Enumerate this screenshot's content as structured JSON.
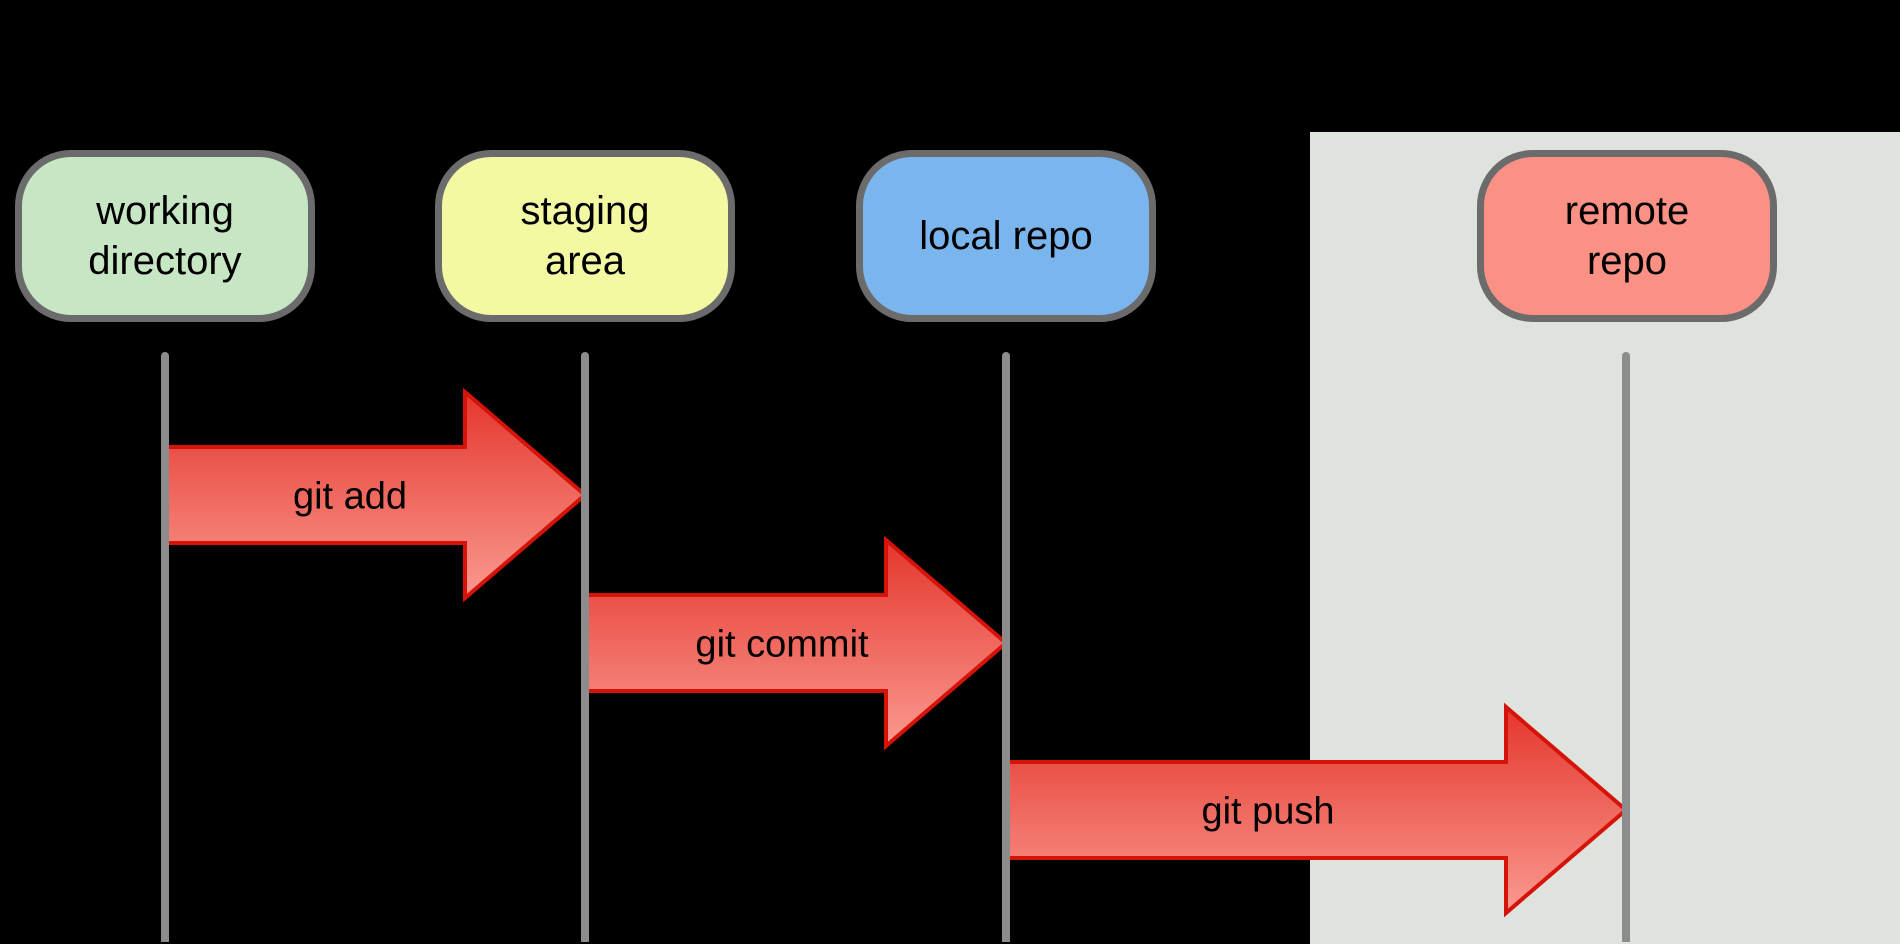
{
  "diagram": {
    "type": "git-workflow-sequence-diagram",
    "columns": [
      {
        "id": "working-directory",
        "label": "working directory",
        "label_lines": [
          "working",
          "directory"
        ],
        "fill": "#c7e6c3"
      },
      {
        "id": "staging-area",
        "label": "staging area",
        "label_lines": [
          "staging",
          "area"
        ],
        "fill": "#f3f8a2"
      },
      {
        "id": "local-repo",
        "label": "local repo",
        "label_lines": [
          "local repo"
        ],
        "fill": "#7ab5ee"
      },
      {
        "id": "remote-repo",
        "label": "remote repo",
        "label_lines": [
          "remote",
          "repo"
        ],
        "fill": "#fa9184"
      }
    ],
    "arrows": [
      {
        "label": "git add",
        "from": "working directory",
        "to": "staging area"
      },
      {
        "label": "git commit",
        "from": "staging area",
        "to": "local repo"
      },
      {
        "label": "git push",
        "from": "local repo",
        "to": "remote repo"
      }
    ],
    "colors": {
      "background": "#000000",
      "remote_panel": "#dfe3de",
      "box_border": "#6b6b6b",
      "lifeline": "#8c8c8c",
      "arrow_border": "#d61309",
      "arrow_gradient_top": "#e4362d",
      "arrow_gradient_bottom": "#fa9a90",
      "text": "#000000"
    }
  }
}
